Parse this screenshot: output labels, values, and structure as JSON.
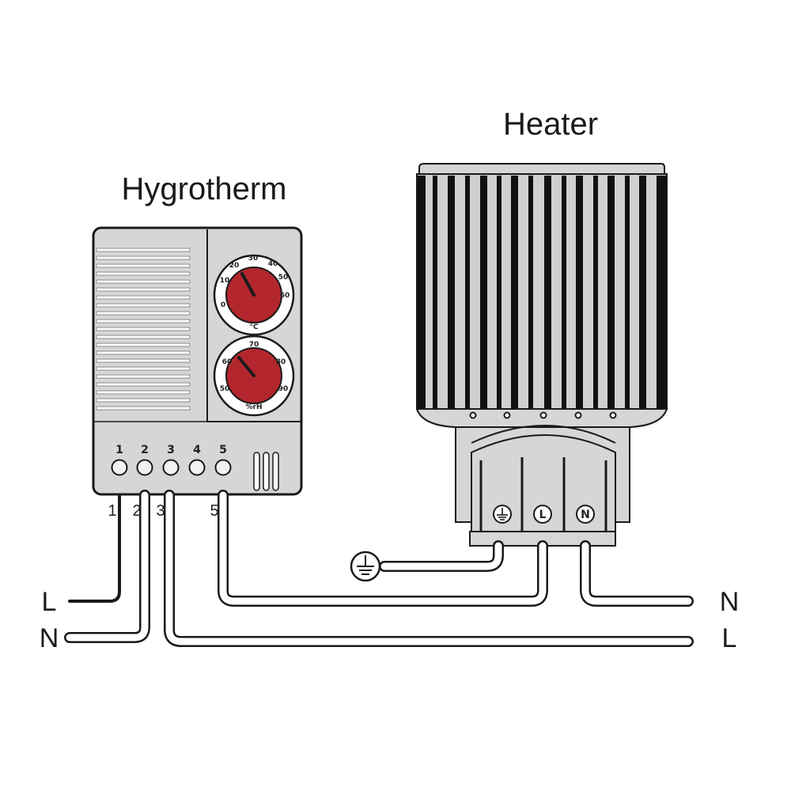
{
  "hygrotherm": {
    "title": "Hygrotherm",
    "terminals": [
      "1",
      "2",
      "3",
      "4",
      "5"
    ],
    "wire_numbers": [
      "1",
      "2",
      "3",
      "5"
    ],
    "temp_dial": {
      "scale": [
        "0",
        "10",
        "20",
        "30",
        "40",
        "50",
        "60"
      ],
      "unit": "°C"
    },
    "humidity_dial": {
      "scale": [
        "50",
        "60",
        "70",
        "80",
        "90"
      ],
      "unit": "%rH"
    }
  },
  "heater": {
    "title": "Heater",
    "terminals": [
      "⏚",
      "L",
      "N"
    ]
  },
  "left_lines": {
    "top": "L",
    "bottom": "N"
  },
  "right_lines": {
    "top": "N",
    "bottom": "L"
  },
  "colors": {
    "knob": "#b3262d",
    "body": "#d6d6d6",
    "outline": "#1a1a1a"
  }
}
